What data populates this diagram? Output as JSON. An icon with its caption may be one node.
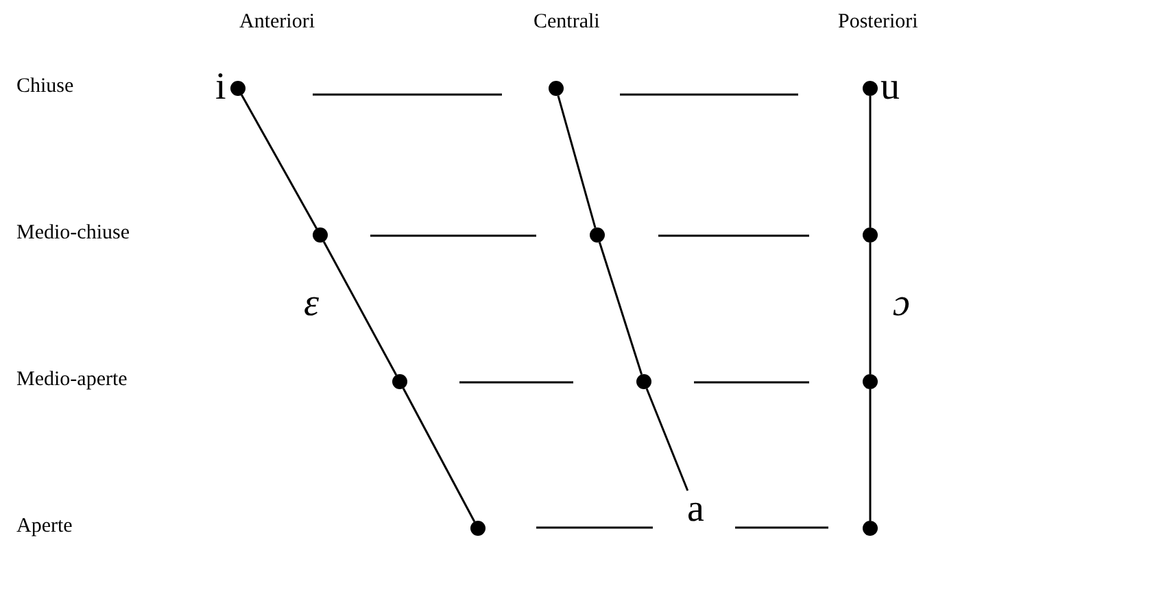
{
  "diagram": {
    "nodes": [
      {
        "text": [],
        "shape": "circle"
      },
      {
        "text": [],
        "shape": "circle"
      },
      {
        "text": [],
        "shape": "circle"
      },
      {
        "text": [],
        "shape": "circle"
      },
      {
        "text": [],
        "shape": "circle"
      },
      {
        "text": [],
        "shape": "circle"
      },
      {
        "text": [],
        "shape": "circle"
      },
      {
        "text": [],
        "shape": "circle"
      },
      {
        "text": [],
        "shape": "circle"
      },
      {
        "text": [],
        "shape": "circle"
      },
      {
        "text": [
          "a"
        ]
      },
      {
        "text": [],
        "shape": "circle"
      }
    ],
    "edges": [
      {
        "from": 0,
        "to": 3,
        "arrow": "none"
      },
      {
        "from": 3,
        "to": 6,
        "arrow": "none"
      },
      {
        "from": 6,
        "to": 9,
        "arrow": "none"
      },
      {
        "from": 1,
        "to": 4,
        "arrow": "none"
      },
      {
        "from": 4,
        "to": 7,
        "arrow": "none"
      },
      {
        "from": 7,
        "to": 10,
        "arrow": "none"
      },
      {
        "from": 2,
        "to": 5,
        "arrow": "none"
      },
      {
        "from": 5,
        "to": 8,
        "arrow": "none"
      },
      {
        "from": 8,
        "to": 11,
        "arrow": "none"
      }
    ],
    "labels": [
      "Anteriori",
      "Centrali",
      "Posteriori",
      "Chiuse",
      "i",
      "u",
      "Medio-chiuse",
      "ε",
      "ɔ",
      "Medio-aperte",
      "Aperte"
    ]
  }
}
